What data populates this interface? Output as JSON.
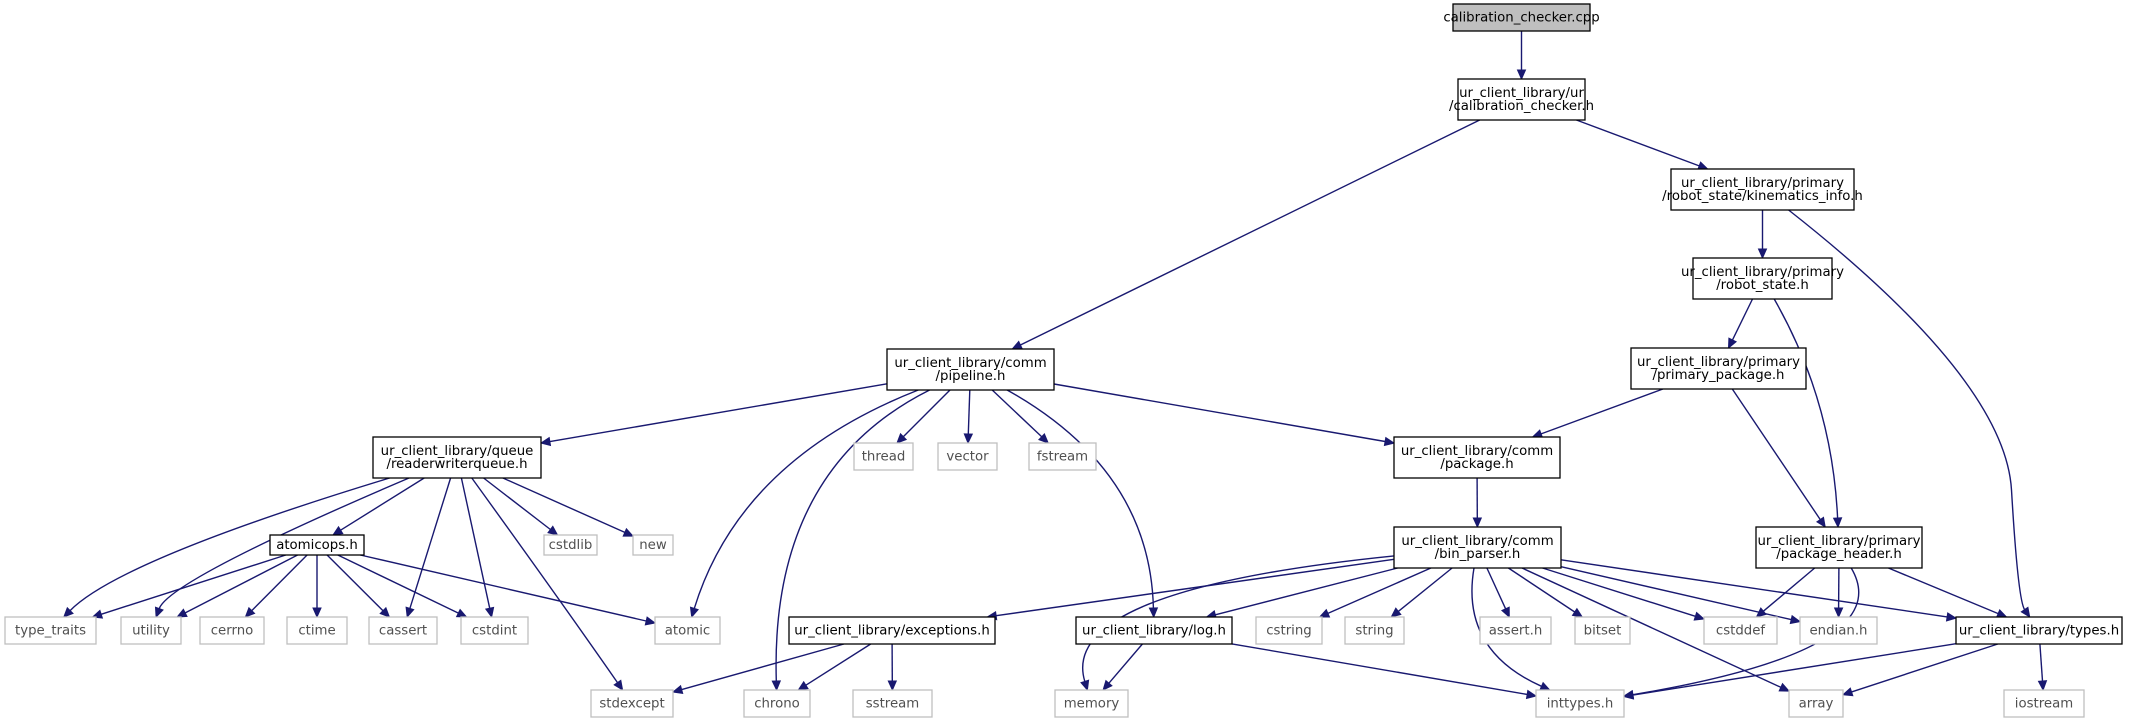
{
  "graph": {
    "nodes": [
      {
        "id": "calibration_checker_cpp",
        "lines": [
          "calibration_checker.cpp"
        ],
        "kind": "root"
      },
      {
        "id": "calibration_checker_h",
        "lines": [
          "ur_client_library/ur",
          "/calibration_checker.h"
        ],
        "kind": "project"
      },
      {
        "id": "kinematics_info_h",
        "lines": [
          "ur_client_library/primary",
          "/robot_state/kinematics_info.h"
        ],
        "kind": "project"
      },
      {
        "id": "robot_state_h",
        "lines": [
          "ur_client_library/primary",
          "/robot_state.h"
        ],
        "kind": "project"
      },
      {
        "id": "primary_package_h",
        "lines": [
          "ur_client_library/primary",
          "/primary_package.h"
        ],
        "kind": "project"
      },
      {
        "id": "pipeline_h",
        "lines": [
          "ur_client_library/comm",
          "/pipeline.h"
        ],
        "kind": "project"
      },
      {
        "id": "readerwriterqueue_h",
        "lines": [
          "ur_client_library/queue",
          "/readerwriterqueue.h"
        ],
        "kind": "project"
      },
      {
        "id": "package_h",
        "lines": [
          "ur_client_library/comm",
          "/package.h"
        ],
        "kind": "project"
      },
      {
        "id": "bin_parser_h",
        "lines": [
          "ur_client_library/comm",
          "/bin_parser.h"
        ],
        "kind": "project"
      },
      {
        "id": "package_header_h",
        "lines": [
          "ur_client_library/primary",
          "/package_header.h"
        ],
        "kind": "project"
      },
      {
        "id": "atomicops_h",
        "lines": [
          "atomicops.h"
        ],
        "kind": "project"
      },
      {
        "id": "exceptions_h",
        "lines": [
          "ur_client_library/exceptions.h"
        ],
        "kind": "project"
      },
      {
        "id": "log_h",
        "lines": [
          "ur_client_library/log.h"
        ],
        "kind": "project"
      },
      {
        "id": "types_h",
        "lines": [
          "ur_client_library/types.h"
        ],
        "kind": "project"
      },
      {
        "id": "thread",
        "lines": [
          "thread"
        ],
        "kind": "system"
      },
      {
        "id": "vector",
        "lines": [
          "vector"
        ],
        "kind": "system"
      },
      {
        "id": "fstream",
        "lines": [
          "fstream"
        ],
        "kind": "system"
      },
      {
        "id": "cstdlib",
        "lines": [
          "cstdlib"
        ],
        "kind": "system"
      },
      {
        "id": "new",
        "lines": [
          "new"
        ],
        "kind": "system"
      },
      {
        "id": "type_traits",
        "lines": [
          "type_traits"
        ],
        "kind": "system"
      },
      {
        "id": "utility",
        "lines": [
          "utility"
        ],
        "kind": "system"
      },
      {
        "id": "cerrno",
        "lines": [
          "cerrno"
        ],
        "kind": "system"
      },
      {
        "id": "ctime",
        "lines": [
          "ctime"
        ],
        "kind": "system"
      },
      {
        "id": "cassert",
        "lines": [
          "cassert"
        ],
        "kind": "system"
      },
      {
        "id": "cstdint",
        "lines": [
          "cstdint"
        ],
        "kind": "system"
      },
      {
        "id": "atomic",
        "lines": [
          "atomic"
        ],
        "kind": "system"
      },
      {
        "id": "cstring",
        "lines": [
          "cstring"
        ],
        "kind": "system"
      },
      {
        "id": "string",
        "lines": [
          "string"
        ],
        "kind": "system"
      },
      {
        "id": "assert_h",
        "lines": [
          "assert.h"
        ],
        "kind": "system"
      },
      {
        "id": "bitset",
        "lines": [
          "bitset"
        ],
        "kind": "system"
      },
      {
        "id": "cstddef",
        "lines": [
          "cstddef"
        ],
        "kind": "system"
      },
      {
        "id": "endian_h",
        "lines": [
          "endian.h"
        ],
        "kind": "system"
      },
      {
        "id": "stdexcept",
        "lines": [
          "stdexcept"
        ],
        "kind": "system"
      },
      {
        "id": "chrono",
        "lines": [
          "chrono"
        ],
        "kind": "system"
      },
      {
        "id": "sstream",
        "lines": [
          "sstream"
        ],
        "kind": "system"
      },
      {
        "id": "memory",
        "lines": [
          "memory"
        ],
        "kind": "system"
      },
      {
        "id": "inttypes_h",
        "lines": [
          "inttypes.h"
        ],
        "kind": "system"
      },
      {
        "id": "array",
        "lines": [
          "array"
        ],
        "kind": "system"
      },
      {
        "id": "iostream",
        "lines": [
          "iostream"
        ],
        "kind": "system"
      }
    ],
    "edges": [
      [
        "calibration_checker_cpp",
        "calibration_checker_h"
      ],
      [
        "calibration_checker_h",
        "kinematics_info_h"
      ],
      [
        "calibration_checker_h",
        "pipeline_h"
      ],
      [
        "kinematics_info_h",
        "robot_state_h"
      ],
      [
        "kinematics_info_h",
        "types_h"
      ],
      [
        "robot_state_h",
        "primary_package_h"
      ],
      [
        "robot_state_h",
        "package_header_h"
      ],
      [
        "primary_package_h",
        "package_h"
      ],
      [
        "primary_package_h",
        "package_header_h"
      ],
      [
        "pipeline_h",
        "readerwriterqueue_h"
      ],
      [
        "pipeline_h",
        "atomic"
      ],
      [
        "pipeline_h",
        "chrono"
      ],
      [
        "pipeline_h",
        "thread"
      ],
      [
        "pipeline_h",
        "vector"
      ],
      [
        "pipeline_h",
        "fstream"
      ],
      [
        "pipeline_h",
        "log_h"
      ],
      [
        "pipeline_h",
        "package_h"
      ],
      [
        "readerwriterqueue_h",
        "type_traits"
      ],
      [
        "readerwriterqueue_h",
        "utility"
      ],
      [
        "readerwriterqueue_h",
        "atomicops_h"
      ],
      [
        "readerwriterqueue_h",
        "cassert"
      ],
      [
        "readerwriterqueue_h",
        "cstdint"
      ],
      [
        "readerwriterqueue_h",
        "stdexcept"
      ],
      [
        "readerwriterqueue_h",
        "cstdlib"
      ],
      [
        "readerwriterqueue_h",
        "new"
      ],
      [
        "atomicops_h",
        "type_traits"
      ],
      [
        "atomicops_h",
        "utility"
      ],
      [
        "atomicops_h",
        "cerrno"
      ],
      [
        "atomicops_h",
        "ctime"
      ],
      [
        "atomicops_h",
        "cassert"
      ],
      [
        "atomicops_h",
        "cstdint"
      ],
      [
        "atomicops_h",
        "atomic"
      ],
      [
        "package_h",
        "bin_parser_h"
      ],
      [
        "bin_parser_h",
        "exceptions_h"
      ],
      [
        "bin_parser_h",
        "memory"
      ],
      [
        "bin_parser_h",
        "log_h"
      ],
      [
        "bin_parser_h",
        "cstring"
      ],
      [
        "bin_parser_h",
        "string"
      ],
      [
        "bin_parser_h",
        "inttypes_h"
      ],
      [
        "bin_parser_h",
        "assert_h"
      ],
      [
        "bin_parser_h",
        "bitset"
      ],
      [
        "bin_parser_h",
        "array"
      ],
      [
        "bin_parser_h",
        "cstddef"
      ],
      [
        "bin_parser_h",
        "endian_h"
      ],
      [
        "bin_parser_h",
        "types_h"
      ],
      [
        "package_header_h",
        "cstddef"
      ],
      [
        "package_header_h",
        "endian_h"
      ],
      [
        "package_header_h",
        "types_h"
      ],
      [
        "package_header_h",
        "inttypes_h"
      ],
      [
        "exceptions_h",
        "stdexcept"
      ],
      [
        "exceptions_h",
        "chrono"
      ],
      [
        "exceptions_h",
        "sstream"
      ],
      [
        "log_h",
        "memory"
      ],
      [
        "log_h",
        "inttypes_h"
      ],
      [
        "types_h",
        "inttypes_h"
      ],
      [
        "types_h",
        "array"
      ],
      [
        "types_h",
        "iostream"
      ]
    ]
  }
}
